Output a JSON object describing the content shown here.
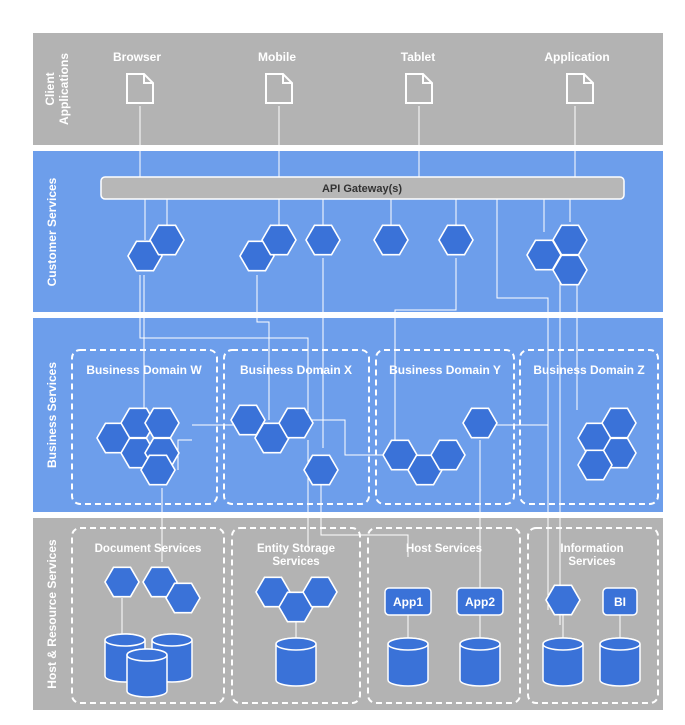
{
  "bands": {
    "client": "Client Applications",
    "customer": "Customer Services",
    "business": "Business Services",
    "host": "Host & Resource Services"
  },
  "clients": [
    "Browser",
    "Mobile",
    "Tablet",
    "Application"
  ],
  "gateway": "API Gateway(s)",
  "domains": [
    "Business Domain W",
    "Business Domain X",
    "Business Domain Y",
    "Business Domain Z"
  ],
  "resources": {
    "document": "Document Services",
    "entity": [
      "Entity Storage",
      "Services"
    ],
    "host": "Host Services",
    "information": [
      "Information",
      "Services"
    ]
  },
  "apps": [
    "App1",
    "App2",
    "BI"
  ],
  "colors": {
    "band_gray": "#b3b3b3",
    "band_blue": "#6d9eeb",
    "hexagon": "#3a72d8"
  }
}
